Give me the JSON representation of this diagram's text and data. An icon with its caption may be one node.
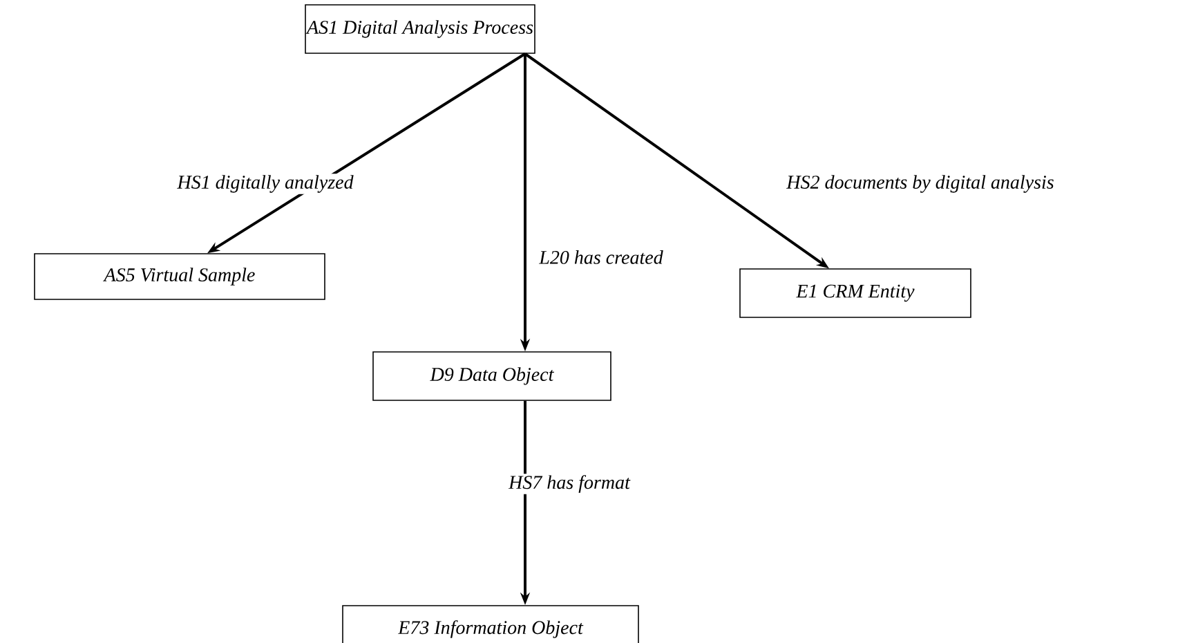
{
  "diagram": {
    "nodes": [
      {
        "text": [
          "AS1 Digital Analysis Process"
        ]
      },
      {
        "text": [
          "AS5 Virtual Sample"
        ]
      },
      {
        "text": [
          "E1 CRM Entity"
        ]
      },
      {
        "text": [
          "D9 Data Object"
        ]
      },
      {
        "text": [
          "E73 Information Object"
        ]
      }
    ],
    "edges": [
      {
        "from": 0,
        "to": 1,
        "arrow": "to",
        "label": "HS1 digitally analyzed"
      },
      {
        "from": 0,
        "to": 3,
        "arrow": "to",
        "label": "L20 has created"
      },
      {
        "from": 0,
        "to": 2,
        "arrow": "to",
        "label": "HS2 documents by digital analysis"
      },
      {
        "from": 3,
        "to": 4,
        "arrow": "to",
        "label": "HS7 has format"
      }
    ]
  }
}
